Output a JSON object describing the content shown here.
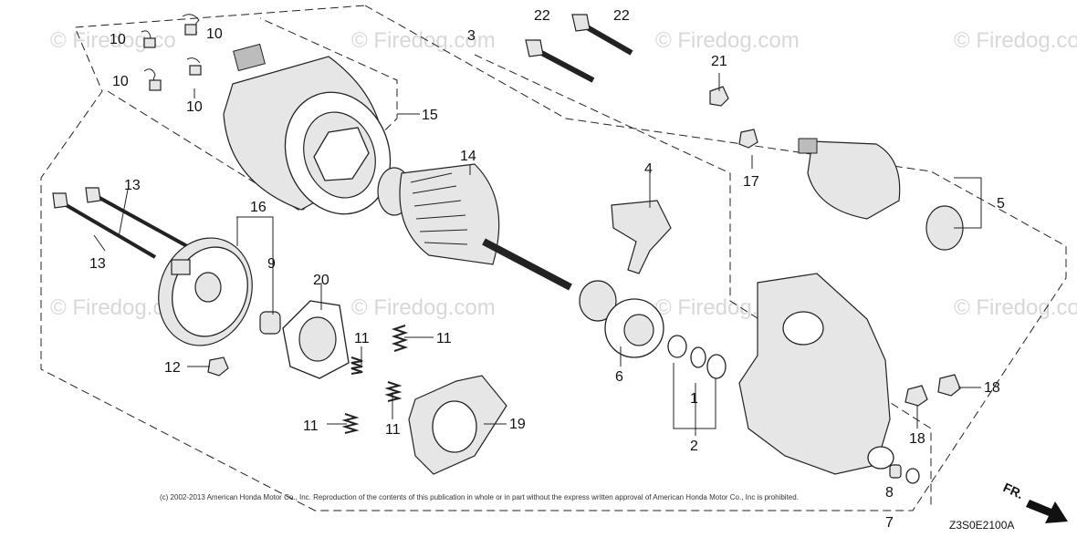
{
  "watermark": {
    "text": "© Firedog.com",
    "text_top_left": "© Firedog.co"
  },
  "callouts": {
    "p1": "1",
    "p2": "2",
    "p3": "3",
    "p4": "4",
    "p5": "5",
    "p6": "6",
    "p7": "7",
    "p8": "8",
    "p9": "9",
    "p10": "10",
    "p11": "11",
    "p12": "12",
    "p13": "13",
    "p14": "14",
    "p15": "15",
    "p16": "16",
    "p17": "17",
    "p18": "18",
    "p19": "19",
    "p20": "20",
    "p21": "21",
    "p22": "22"
  },
  "copyright": "(c) 2002-2013 American Honda Motor Co., Inc. Reproduction of the contents of this publication in whole or in part without the express written approval of American Honda Motor Co., Inc is prohibited.",
  "diagram_code": "Z3S0E2100A",
  "direction_label": "FR."
}
